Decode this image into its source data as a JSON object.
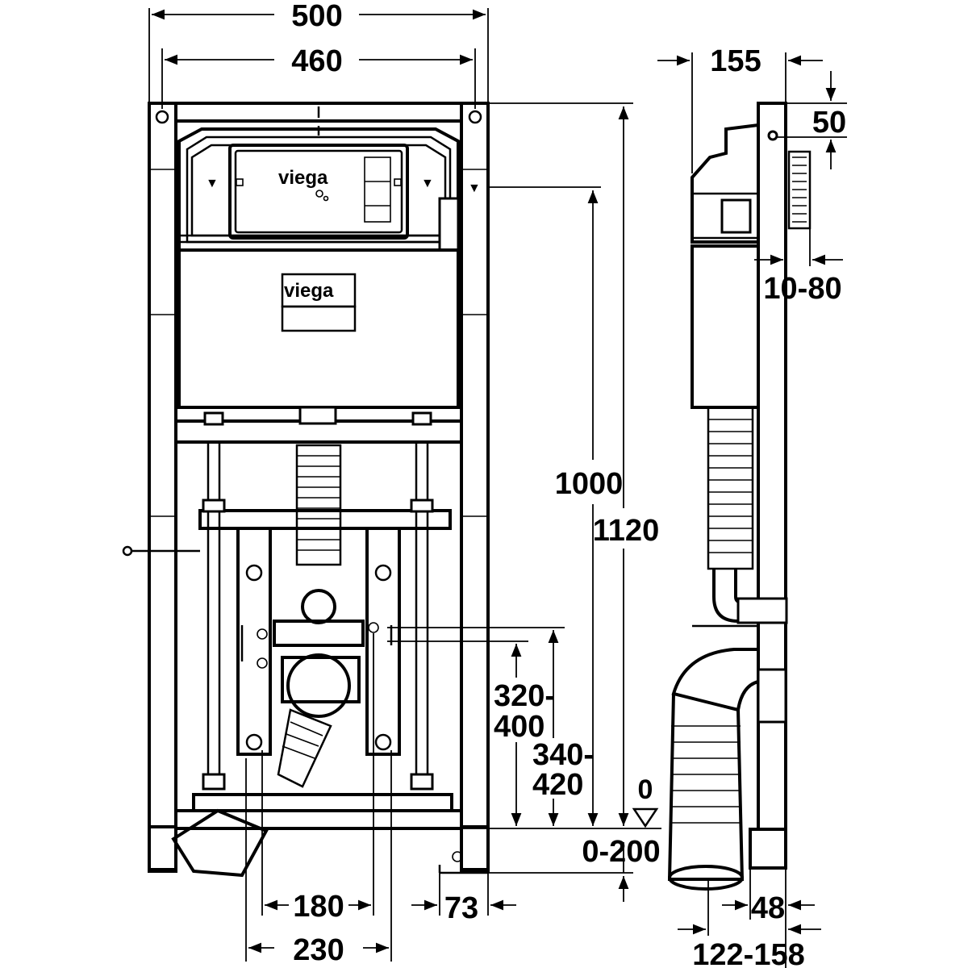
{
  "brand": {
    "logo_text": "viega"
  },
  "front_view": {
    "dim_overall_width": "500",
    "dim_mounting_width": "460",
    "dim_height_1000": "1000",
    "dim_height_1120": "1120",
    "dim_drain_320_400_a": "320-",
    "dim_drain_320_400_b": "400",
    "dim_drain_340_420_a": "340-",
    "dim_drain_340_420_b": "420",
    "floor_zero": "0",
    "dim_foot_adjust": "0-200",
    "dim_bolt_180": "180",
    "dim_bolt_230": "230",
    "dim_foot_73": "73"
  },
  "side_view": {
    "dim_depth_155": "155",
    "dim_50": "50",
    "dim_10_80": "10-80",
    "dim_48": "48",
    "dim_pipe_122_158": "122-158"
  }
}
